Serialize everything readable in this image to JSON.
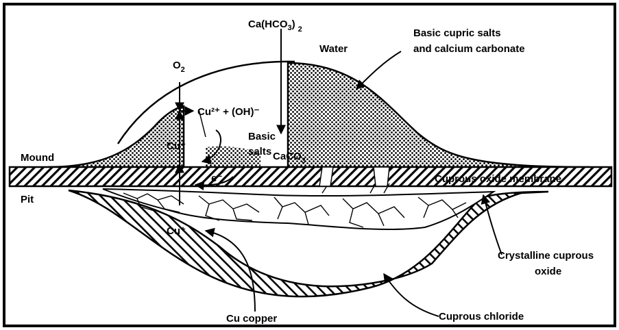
{
  "labels": {
    "calcium_bicarbonate": "Ca(HCO",
    "calcium_bicarbonate_sub": "3",
    "calcium_bicarbonate_close": ")",
    "calcium_bicarbonate_sub2": "2",
    "water": "Water",
    "basic_cupric_line1": "Basic cupric salts",
    "basic_cupric_line2": "and calcium carbonate",
    "oxygen": "O",
    "oxygen_sub": "2",
    "cupric_hydroxide": "Cu²⁺ + (OH)⁻",
    "cuprous_upper": "Cu⁺",
    "basic_salts_line1": "Basic",
    "basic_salts_line2": "salts",
    "caco3": "CaCO",
    "caco3_sub": "3",
    "mound": "Mound",
    "pit": "Pit",
    "electron": "e⁻",
    "cuprous_oxide_membrane": "Cuprous oxide membrane",
    "cuprous_lower": "Cu⁺",
    "crystalline_line1": "Crystalline cuprous",
    "crystalline_line2": "oxide",
    "cu_copper": "Cu copper",
    "cuprous_chloride": "Cuprous chloride"
  }
}
